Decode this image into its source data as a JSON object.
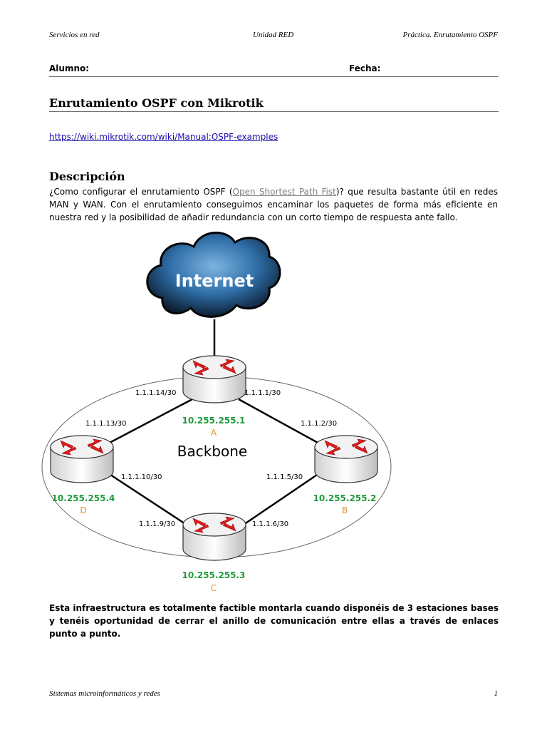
{
  "header": {
    "left": "Servicios en red",
    "center": "Unidad RED",
    "right": "Práctica. Enrutamiento OSPF"
  },
  "fields": {
    "student_label": "Alumno:",
    "date_label": "Fecha:"
  },
  "title": "Enrutamiento OSPF con Mikrotik",
  "link": "https://wiki.mikrotik.com/wiki/Manual:OSPF-examples",
  "description": {
    "heading": "Descripción",
    "text_before": "¿Como configurar el enrutamiento OSPF (",
    "inline_link": "Open Shortest Path Fist",
    "text_after": ")? que resulta bastante útil en redes MAN y WAN. Con el enrutamiento conseguimos encaminar los paquetes de forma más eficiente en nuestra red y la posibilidad de añadir redundancia con un corto tiempo de respuesta ante fallo."
  },
  "diagram": {
    "cloud_label": "Internet",
    "center_label": "Backbone",
    "routers": {
      "a": {
        "ip": "10.255.255.1",
        "letter": "A"
      },
      "b": {
        "ip": "10.255.255.2",
        "letter": "B"
      },
      "c": {
        "ip": "10.255.255.3",
        "letter": "C"
      },
      "d": {
        "ip": "10.255.255.4",
        "letter": "D"
      }
    },
    "links": {
      "a_d": "1.1.1.14/30",
      "a_b": "1.1.1.1/30",
      "d_a": "1.1.1.13/30",
      "b_a": "1.1.1.2/30",
      "d_c": "1.1.1.10/30",
      "b_c": "1.1.1.5/30",
      "c_d": "1.1.1.9/30",
      "c_b": "1.1.1.6/30"
    },
    "colors": {
      "ip": "#1f9a3c",
      "letter": "#e0962e"
    }
  },
  "closing_text": "Esta infraestructura es totalmente factible montarla cuando disponéis de 3 estaciones bases y tenéis oportunidad de cerrar el anillo de comunicación entre ellas a través de enlaces punto a punto.",
  "footer": {
    "left": "Sistemas microinformáticos y redes",
    "page": "1"
  }
}
